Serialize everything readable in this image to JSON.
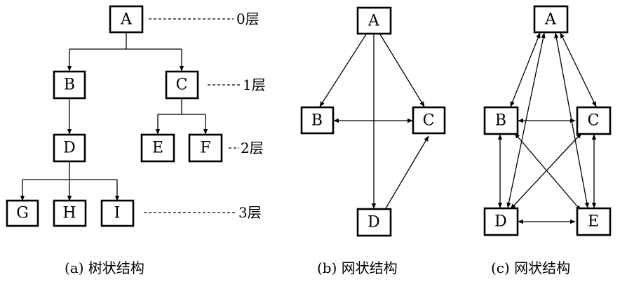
{
  "colors": {
    "stroke": "#000000",
    "background": "#ffffff"
  },
  "tree": {
    "caption": "(a)  树状结构",
    "nodes": {
      "A": "A",
      "B": "B",
      "C": "C",
      "D": "D",
      "E": "E",
      "F": "F",
      "G": "G",
      "H": "H",
      "I": "I"
    },
    "levels": [
      "0层",
      "1层",
      "2层",
      "3层"
    ]
  },
  "network_b": {
    "caption": "(b)  网状结构",
    "nodes": {
      "A": "A",
      "B": "B",
      "C": "C",
      "D": "D"
    }
  },
  "network_c": {
    "caption": "(c)  网状结构",
    "nodes": {
      "A": "A",
      "B": "B",
      "C": "C",
      "D": "D",
      "E": "E"
    }
  }
}
